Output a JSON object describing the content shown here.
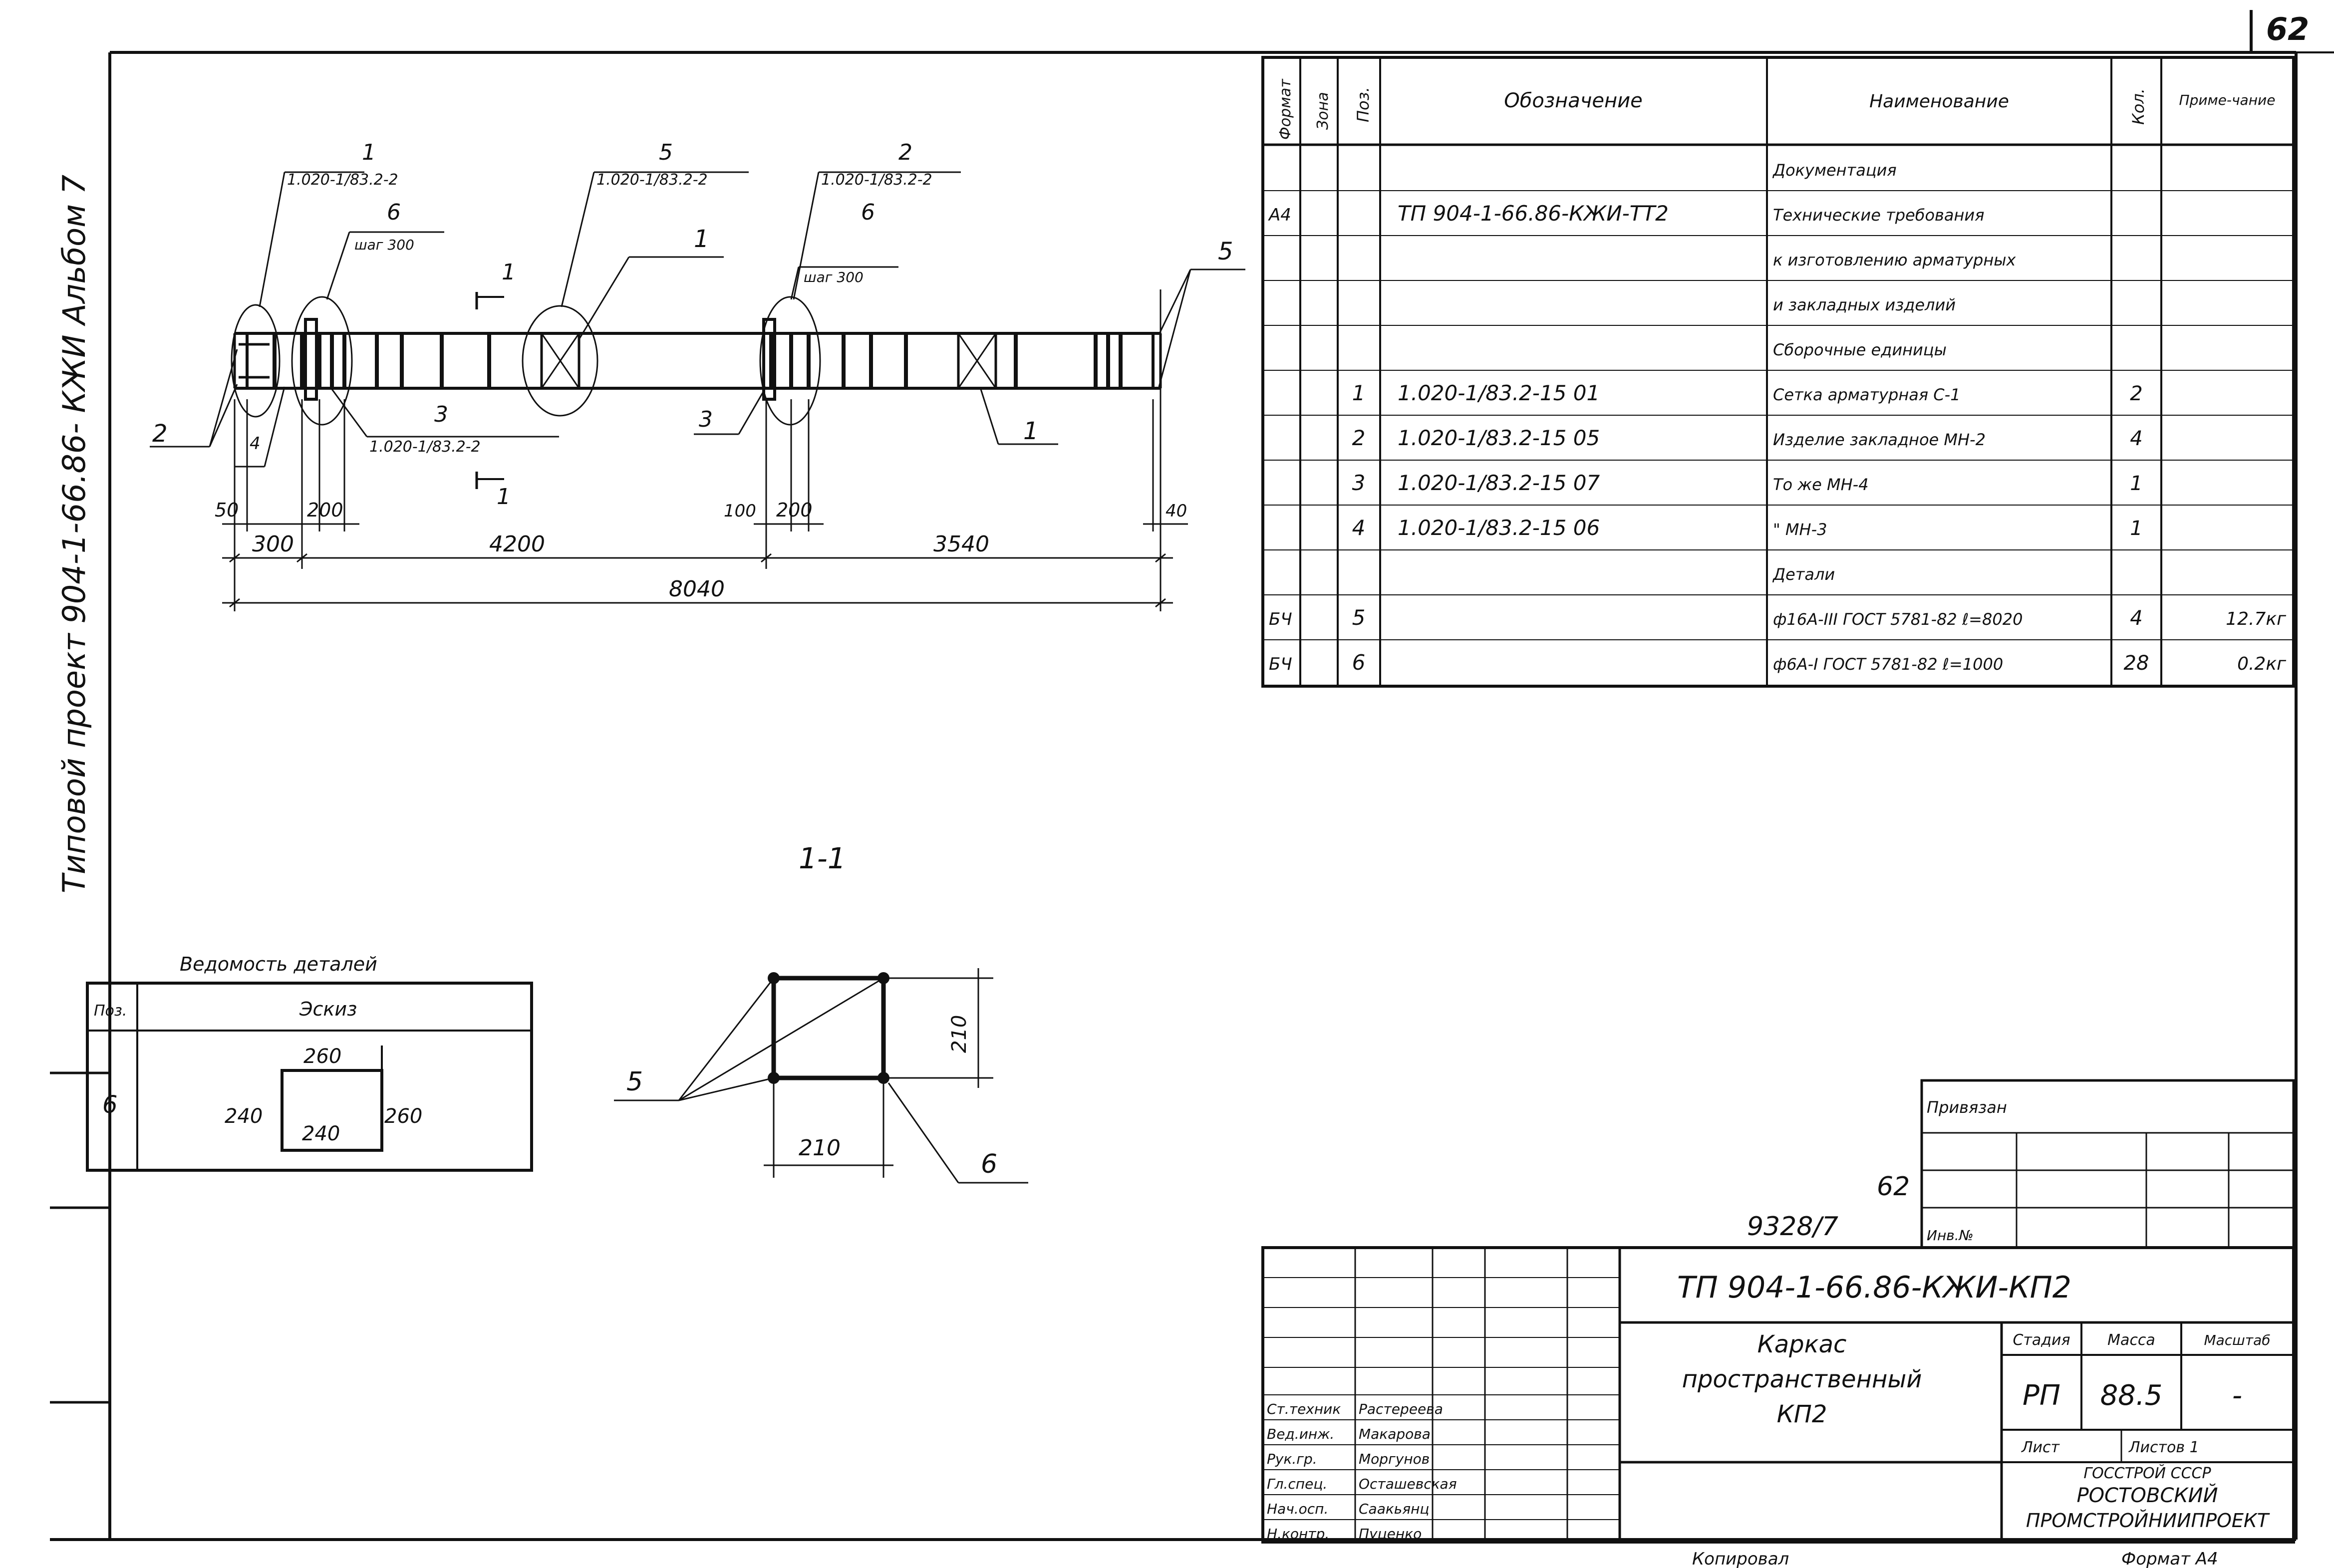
{
  "sheet": {
    "number": "62",
    "side_stamp": "Типовой   проект   904-1-66.86- КЖИ Альбом 7",
    "copy_stamp": "Копировал",
    "format_stamp": "Формат А4"
  },
  "spec": {
    "headers": {
      "format": "Формат",
      "zone": "Зона",
      "pos": "Поз.",
      "designation": "Обозначение",
      "name": "Наименование",
      "qty": "Кол.",
      "note": "Приме-чание"
    },
    "rows": [
      {
        "format": "",
        "pos": "",
        "designation": "",
        "name": "Документация",
        "qty": "",
        "note": ""
      },
      {
        "format": "А4",
        "pos": "",
        "designation": "ТП 904-1-66.86-КЖИ-ТТ2",
        "name": "Технические требования",
        "qty": "",
        "note": ""
      },
      {
        "format": "",
        "pos": "",
        "designation": "",
        "name": "к изготовлению арматурных",
        "qty": "",
        "note": ""
      },
      {
        "format": "",
        "pos": "",
        "designation": "",
        "name": "и закладных изделий",
        "qty": "",
        "note": ""
      },
      {
        "format": "",
        "pos": "",
        "designation": "",
        "name": "Сборочные единицы",
        "qty": "",
        "note": ""
      },
      {
        "format": "",
        "pos": "1",
        "designation": "1.020-1/83.2-15 01",
        "name": "Сетка арматурная С-1",
        "qty": "2",
        "note": ""
      },
      {
        "format": "",
        "pos": "2",
        "designation": "1.020-1/83.2-15 05",
        "name": "Изделие закладное МН-2",
        "qty": "4",
        "note": ""
      },
      {
        "format": "",
        "pos": "3",
        "designation": "1.020-1/83.2-15 07",
        "name": "То же            МН-4",
        "qty": "1",
        "note": ""
      },
      {
        "format": "",
        "pos": "4",
        "designation": "1.020-1/83.2-15 06",
        "name": "\"                 МН-3",
        "qty": "1",
        "note": ""
      },
      {
        "format": "",
        "pos": "",
        "designation": "",
        "name": "Детали",
        "qty": "",
        "note": ""
      },
      {
        "format": "БЧ",
        "pos": "5",
        "designation": "",
        "name": "ф16А-III ГОСТ 5781-82 ℓ=8020",
        "qty": "4",
        "note": "12.7кг"
      },
      {
        "format": "БЧ",
        "pos": "6",
        "designation": "",
        "name": "ф6А-I ГОСТ 5781-82 ℓ=1000",
        "qty": "28",
        "note": "0.2кг"
      }
    ]
  },
  "elevation": {
    "callouts": {
      "c1_num": "1",
      "c1_ref": "1.020-1/83.2-2",
      "c5_num": "5",
      "c5_ref": "1.020-1/83.2-2",
      "c2_num": "2",
      "c2_ref": "1.020-1/83.2-2",
      "c6a_num": "6",
      "c6a_step": "шаг 300",
      "c6b_num": "6",
      "c6b_step": "шаг 300",
      "c3_num": "3",
      "c3_ref": "1.020-1/83.2-2",
      "mesh1_mid": "1",
      "mesh1_right": "1",
      "pos5_right": "5",
      "pos2_left": "2",
      "pos4": "4",
      "pos3": "3",
      "section_mark_top": "1",
      "section_mark_bottom": "1"
    },
    "dims": {
      "d50": "50",
      "d200a": "200",
      "d100": "100",
      "d200b": "200",
      "d40": "40",
      "d300": "300",
      "d4200": "4200",
      "d3540": "3540",
      "d8040": "8040"
    }
  },
  "section": {
    "title": "1-1",
    "dim_w": "210",
    "dim_h": "210",
    "label_5": "5",
    "label_6": "6"
  },
  "details": {
    "title": "Ведомость деталей",
    "col_pos": "Поз.",
    "col_sketch": "Эскиз",
    "row_pos": "6",
    "dim_top": "260",
    "dim_left": "240",
    "dim_inner": "240",
    "dim_right": "260"
  },
  "stamp": {
    "privyazan": "Привязан",
    "inv_no": "Инв.№",
    "num_62": "62",
    "num_9328": "9328/7",
    "code": "ТП 904-1-66.86-КЖИ-КП2",
    "title_l1": "Каркас",
    "title_l2": "пространственный",
    "title_l3": "КП2",
    "stage_h": "Стадия",
    "mass_h": "Масса",
    "scale_h": "Масштаб",
    "stage": "РП",
    "mass": "88.5",
    "scale": "-",
    "sheet_h": "Лист",
    "sheets_h": "Листов 1",
    "org_l1": "ГОССТРОЙ СССР",
    "org_l2": "РОСТОВСКИЙ",
    "org_l3": "ПРОМСТРОЙНИИПРОЕКТ",
    "signers": [
      {
        "role": "Ст.техник",
        "name": "Растереева"
      },
      {
        "role": "Вед.инж.",
        "name": "Макарова"
      },
      {
        "role": "Рук.гр.",
        "name": "Моргунов"
      },
      {
        "role": "Гл.спец.",
        "name": "Осташевская"
      },
      {
        "role": "Нач.осп.",
        "name": "Саакьянц"
      },
      {
        "role": "Н.контр.",
        "name": "Пуценко"
      }
    ]
  }
}
